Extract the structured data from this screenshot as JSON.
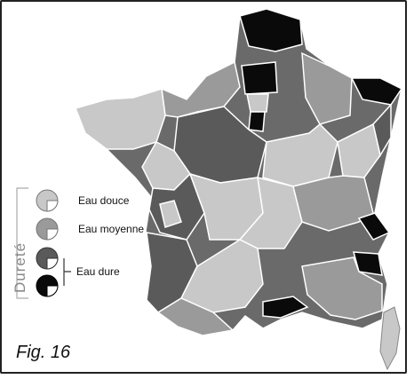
{
  "legend": {
    "title": "Dureté",
    "items": [
      {
        "label": "Eau douce",
        "color": "#c8c8c8"
      },
      {
        "label": "Eau moyenne",
        "color": "#9a9a9a"
      },
      {
        "label": "Eau dure",
        "color": "#5a5a5a"
      },
      {
        "label": "",
        "color": "#0a0a0a"
      }
    ]
  },
  "caption": "Fig. 16",
  "colors": {
    "douce": "#c8c8c8",
    "moyenne": "#9a9a9a",
    "dure": "#5a5a5a",
    "tres_dure": "#0a0a0a",
    "border": "#ffffff"
  }
}
